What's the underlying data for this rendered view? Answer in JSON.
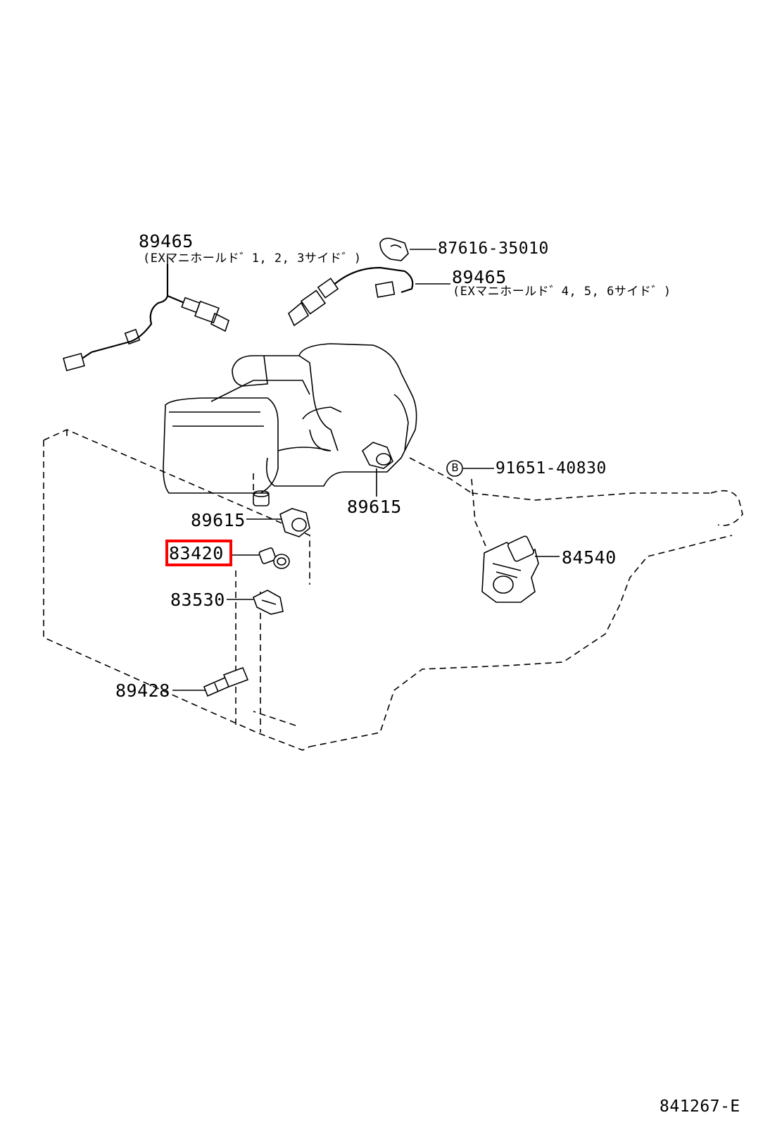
{
  "labels": {
    "o2_sensor_left_part": "89465",
    "o2_sensor_left_note": "(EXマニホールド゛1, 2, 3サイド゛)",
    "clamp_part": "87616-35010",
    "o2_sensor_right_part": "89465",
    "o2_sensor_right_note": "(EXマニホールド゛4, 5, 6サイド゛)",
    "bolt_marker": "B",
    "bolt_part": "91651-40830",
    "knock_sensor_right_part": "89615",
    "knock_sensor_left_part": "89615",
    "oil_pressure_switch_part": "83420",
    "water_temp_sender_part": "83530",
    "coolant_temp_sensor_part": "89428",
    "throttle_sensor_part": "84540",
    "diagram_code": "841267-E"
  },
  "highlight": {
    "part": "83420",
    "color": "#ff0000"
  }
}
